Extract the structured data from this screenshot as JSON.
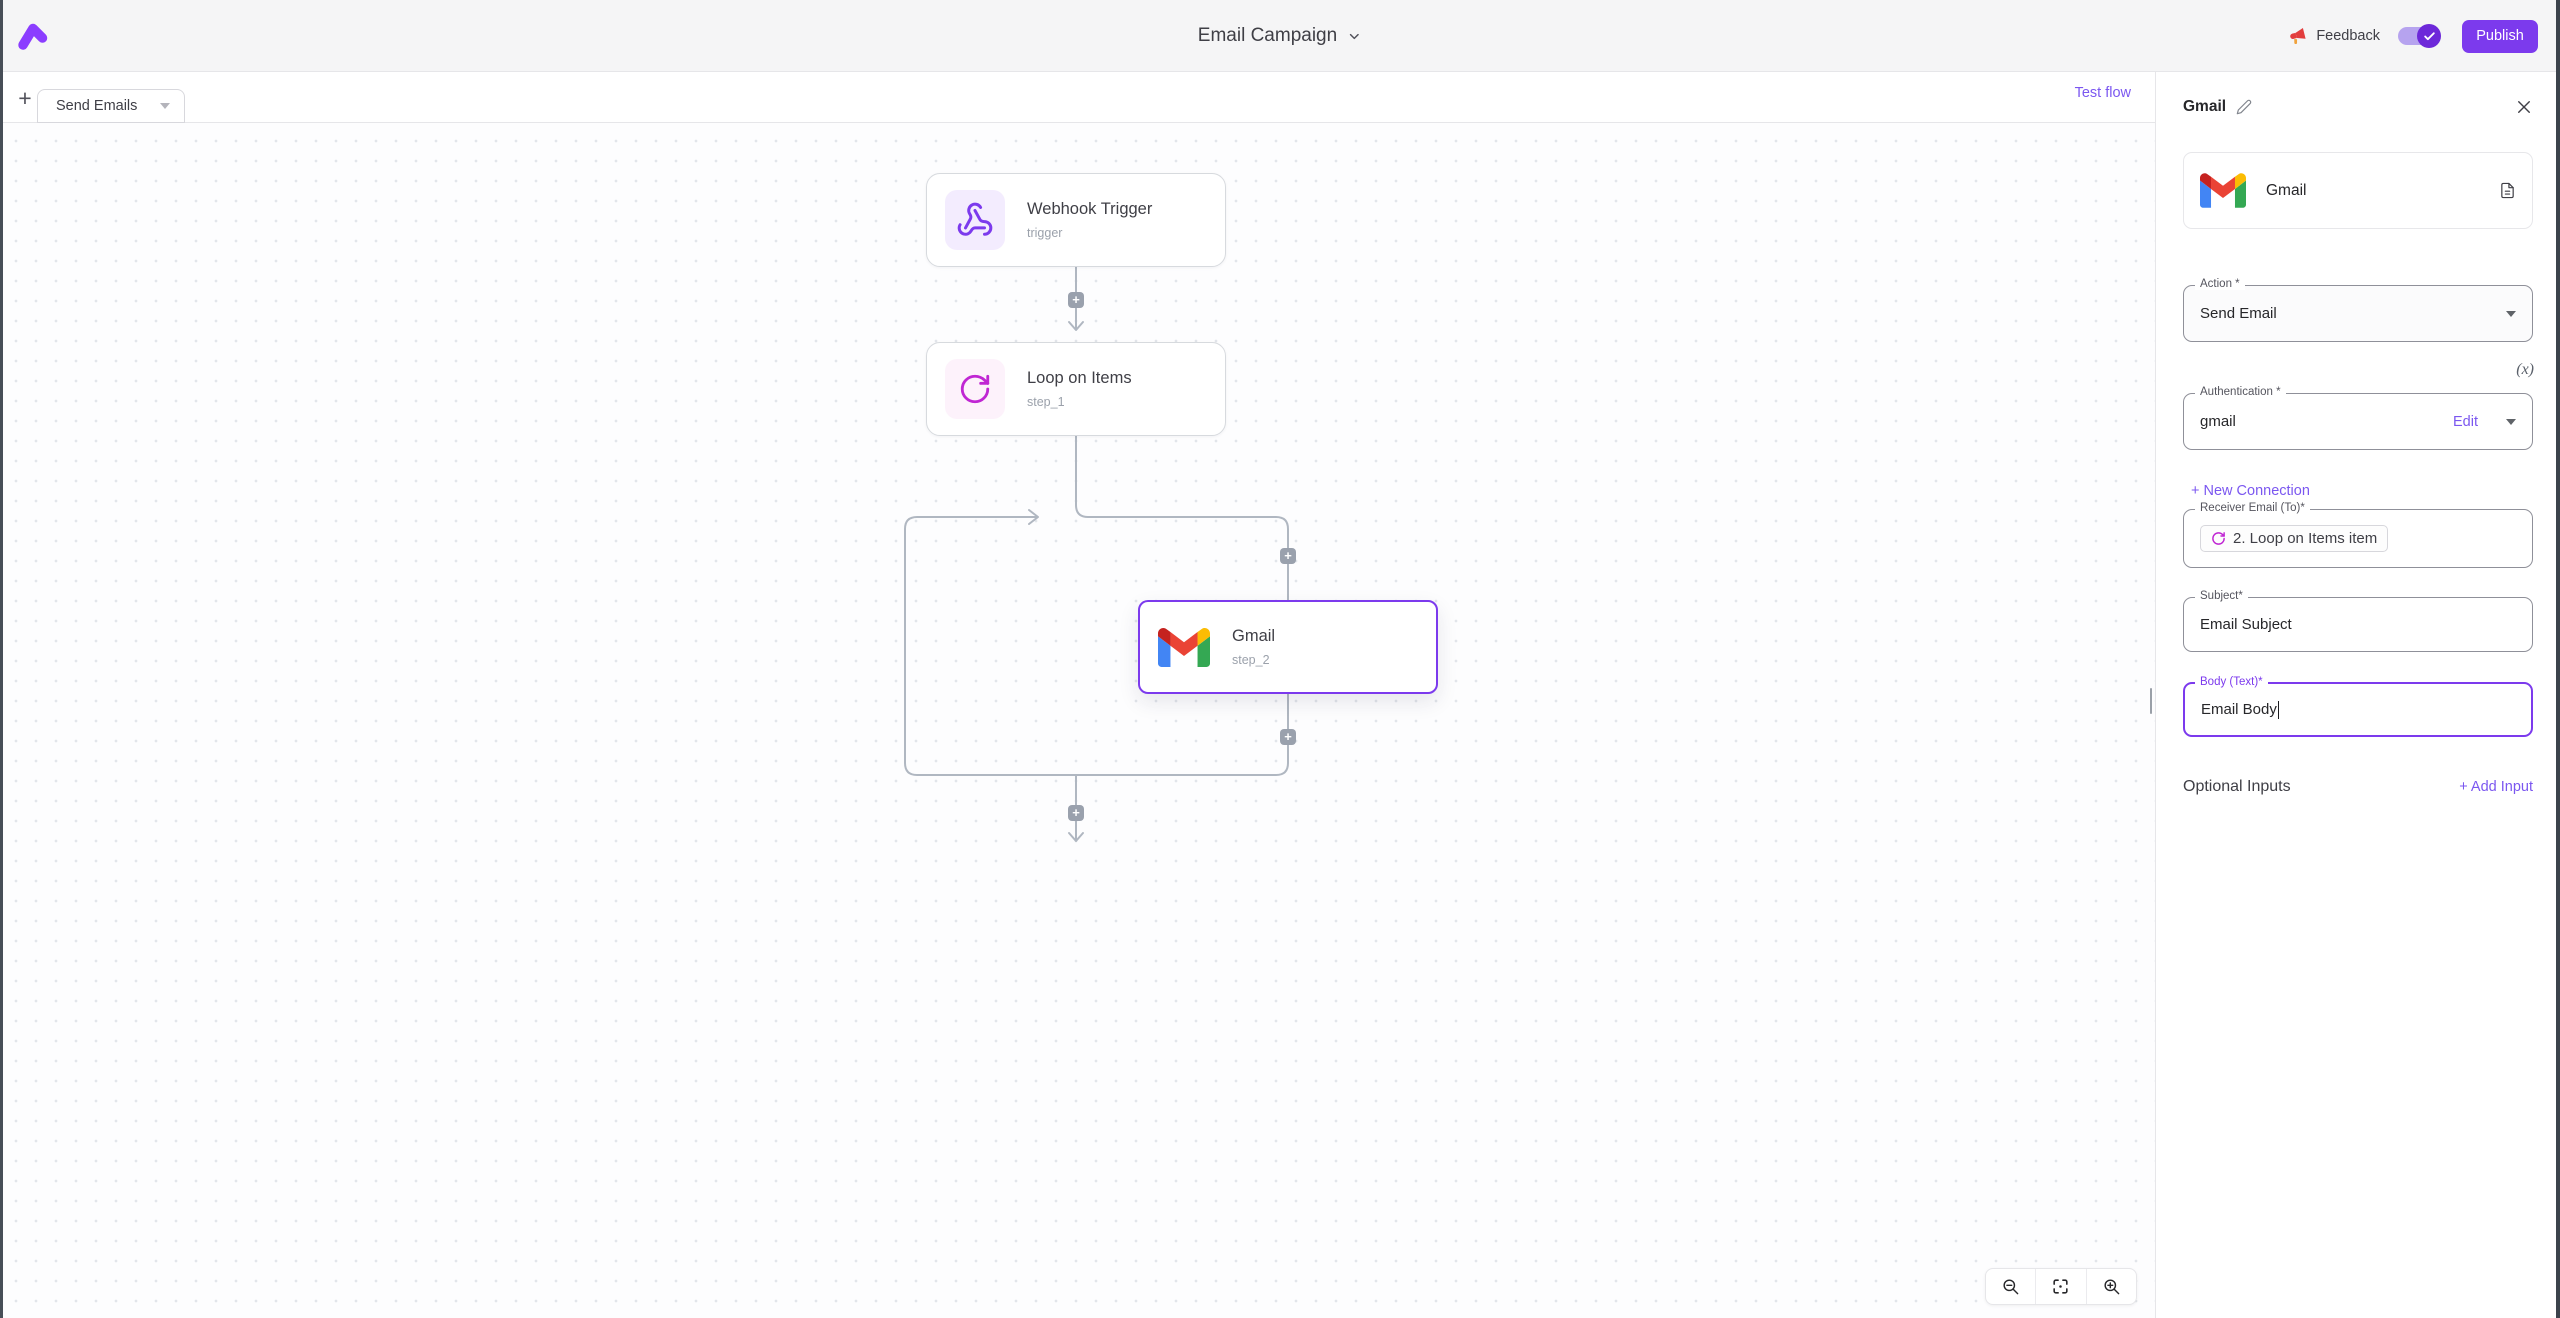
{
  "header": {
    "title": "Email Campaign",
    "feedback": "Feedback",
    "publish": "Publish"
  },
  "toolbar": {
    "add": "+",
    "tab": "Send Emails",
    "test_flow": "Test flow"
  },
  "flow": {
    "plus": "+",
    "nodes": [
      {
        "title": "Webhook Trigger",
        "subtitle": "trigger"
      },
      {
        "title": "Loop on Items",
        "subtitle": "step_1"
      },
      {
        "title": "Gmail",
        "subtitle": "step_2"
      }
    ]
  },
  "panel": {
    "title": "Gmail",
    "app_card": {
      "name": "Gmail"
    },
    "action": {
      "label": "Action *",
      "value": "Send Email"
    },
    "variable_glyph": "(x)",
    "auth": {
      "label": "Authentication *",
      "value": "gmail",
      "edit": "Edit"
    },
    "new_connection": "+ New Connection",
    "receiver": {
      "label": "Receiver Email (To)*",
      "chip": "2. Loop on Items item"
    },
    "subject": {
      "label": "Subject*",
      "value": "Email Subject"
    },
    "body": {
      "label": "Body (Text)*",
      "value": "Email Body"
    },
    "optional_inputs": "Optional Inputs",
    "add_input": "+ Add Input"
  },
  "colors": {
    "accent": "#7c3aed",
    "link_purple": "#7b57f0",
    "connector_gray": "#b0b7c1",
    "loop_pink": "#c026d3",
    "gmail_red": "#ea4335",
    "gmail_blue": "#4285f4",
    "gmail_green": "#34a853",
    "gmail_yellow": "#fbbc04"
  }
}
